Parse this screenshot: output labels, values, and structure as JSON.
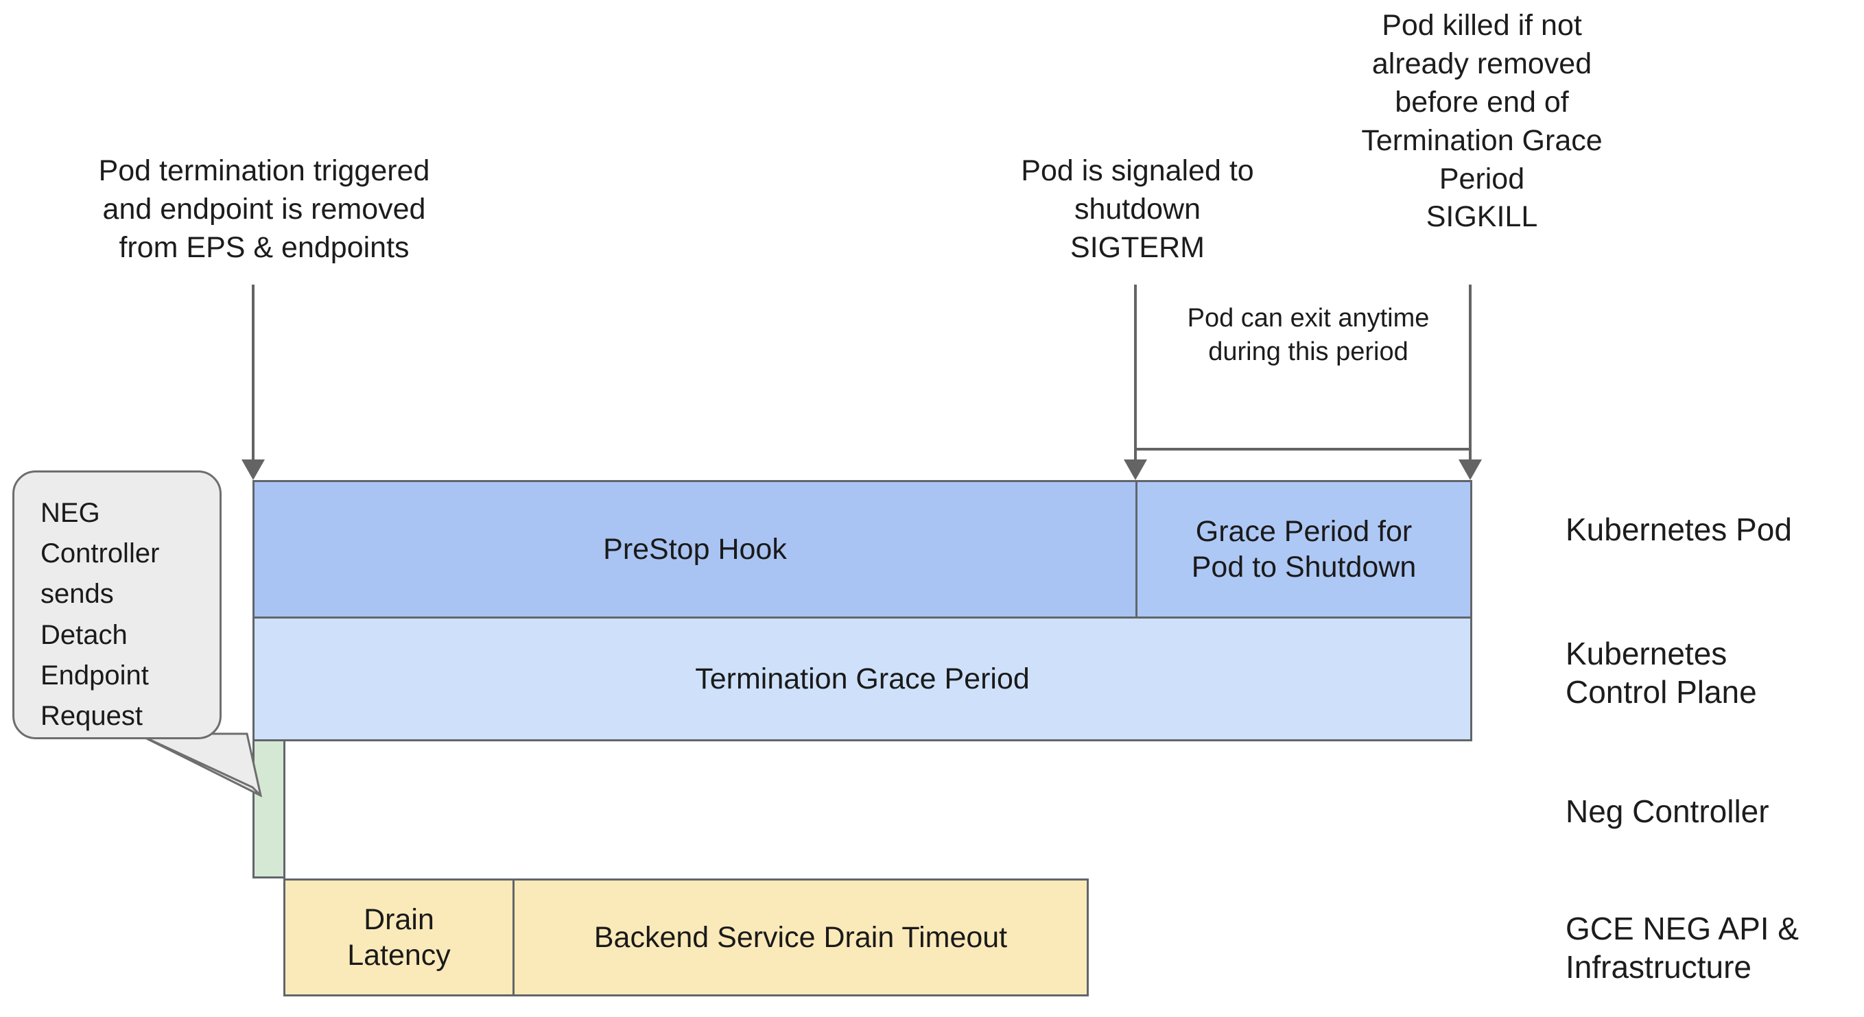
{
  "annotations": {
    "pod_termination": "Pod termination triggered\nand endpoint is removed\nfrom EPS & endpoints",
    "sigterm": "Pod is signaled to\nshutdown\nSIGTERM",
    "sigkill": "Pod killed if not\nalready removed\nbefore end of\nTermination Grace\nPeriod\nSIGKILL",
    "exit_anytime": "Pod can exit anytime\nduring this period"
  },
  "callout": {
    "text": "NEG\nController\nsends\nDetach\nEndpoint\nRequest"
  },
  "bars": {
    "prestop": "PreStop Hook",
    "grace_period": "Grace Period for\nPod to Shutdown",
    "termination_grace_period": "Termination Grace Period",
    "neg_controller": "",
    "drain_latency": "Drain\nLatency",
    "backend_service_drain_timeout": "Backend Service Drain Timeout"
  },
  "lanes": {
    "pod": "Kubernetes Pod",
    "control_plane": "Kubernetes\nControl Plane",
    "neg_controller": "Neg Controller",
    "gce": "GCE NEG API &\nInfrastructure"
  },
  "colors": {
    "prestop_fill": "#a9c4f2",
    "grace_fill": "#aec8f5",
    "tgp_fill": "#cfe1fa",
    "neg_fill": "#d5e8d4",
    "yellow_fill": "#fbeab9",
    "bar_stroke": "#61656b",
    "arrow_stroke": "#646464",
    "callout_fill": "#ececec",
    "text": "#1c1c1c"
  }
}
